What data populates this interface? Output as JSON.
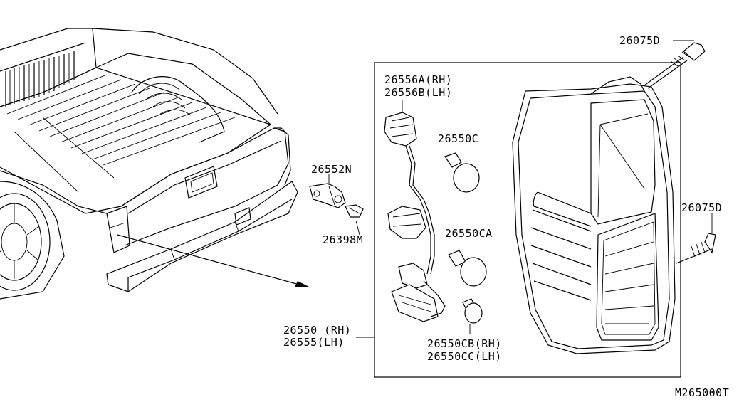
{
  "diagram": {
    "figure_code": "M265000T",
    "part_labels": {
      "bolt_top": "26075D",
      "bolt_right": "26075D",
      "socket_rh": "26556A(RH)",
      "socket_lh": "26556B(LH)",
      "bulb_stop": "26550C",
      "bracket": "26552N",
      "clip": "26398M",
      "bulb_turn": "26550CA",
      "bulb_small_rh": "26550CB(RH)",
      "bulb_small_lh": "26550CC(LH)",
      "lamp_assy_rh": "26550 (RH)",
      "lamp_assy_lh": "26555(LH)"
    }
  }
}
